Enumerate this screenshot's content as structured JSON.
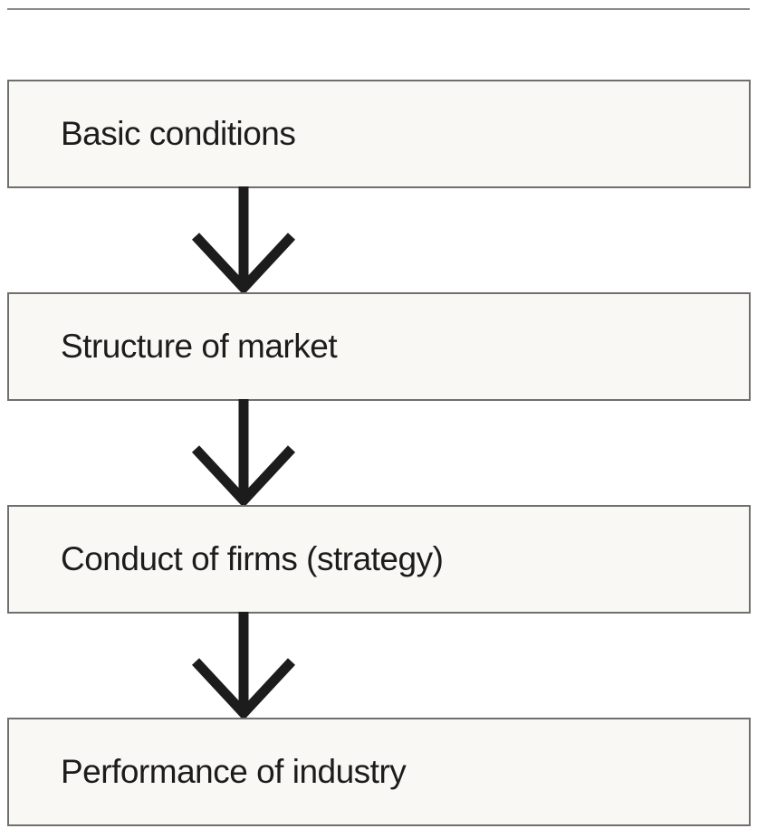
{
  "diagram": {
    "boxes": [
      {
        "label": "Basic conditions"
      },
      {
        "label": "Structure of market"
      },
      {
        "label": "Conduct of firms (strategy)"
      },
      {
        "label": "Performance of industry"
      }
    ],
    "colors": {
      "box_fill": "#f9f8f5",
      "box_border": "#6f6f6f",
      "arrow": "#1c1c1c",
      "text": "#1c1c1c",
      "top_rule": "#8a8a8a"
    },
    "arrow_icon": "down-arrow-icon"
  }
}
